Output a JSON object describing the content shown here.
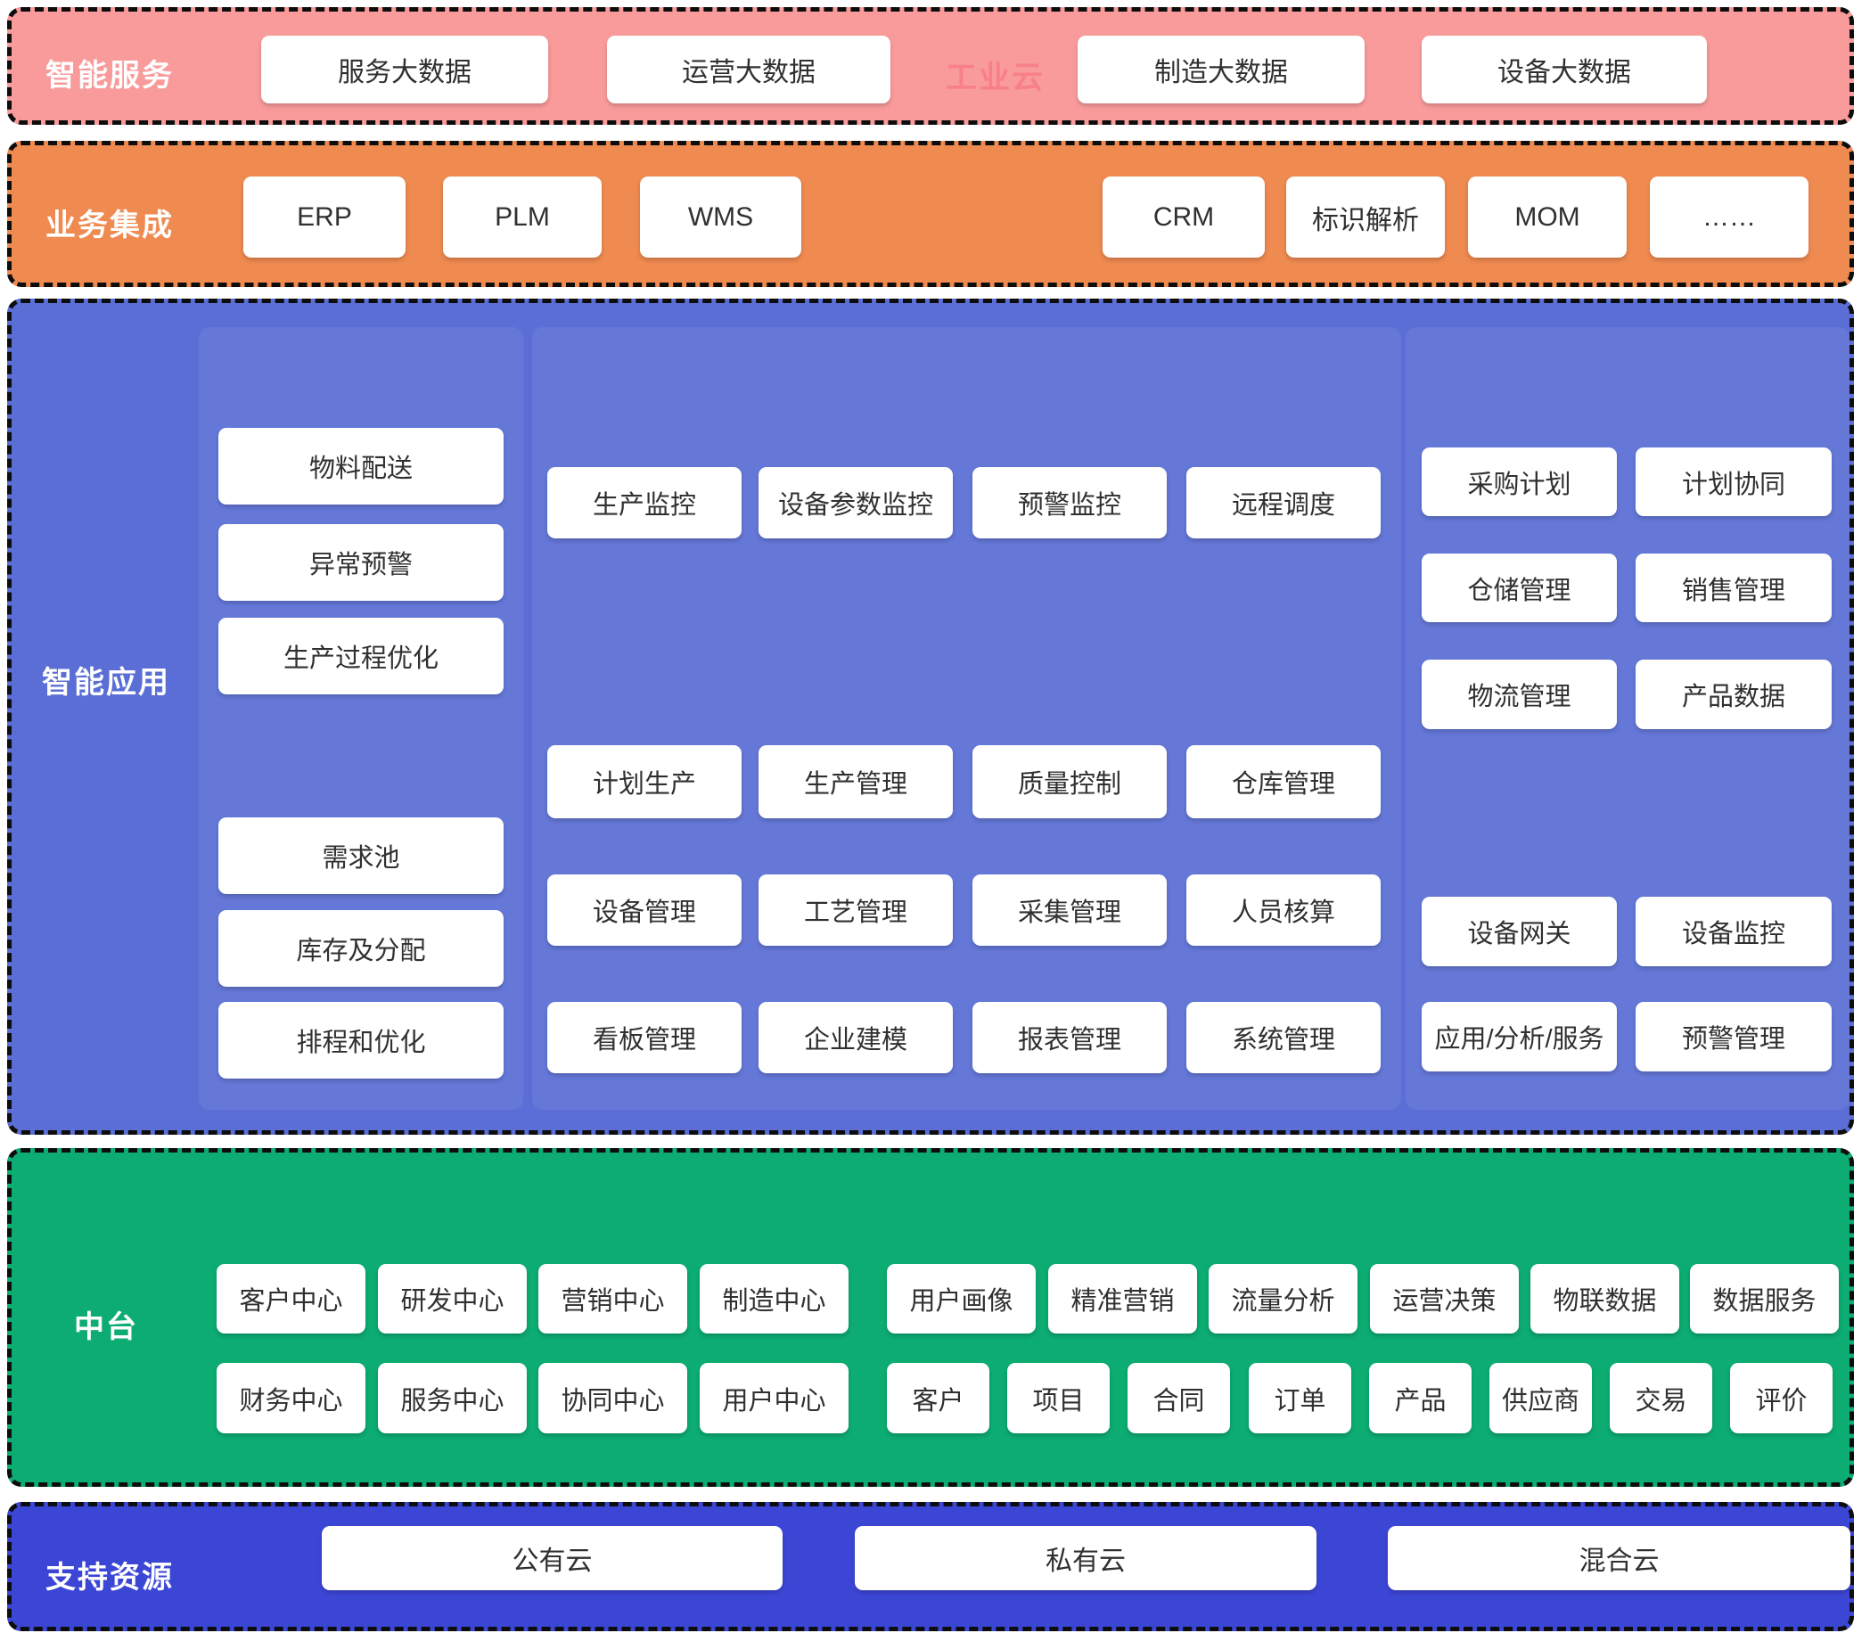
{
  "bands": {
    "services": {
      "label": "智能服务",
      "cloud_label": "工业云",
      "boxes": [
        "服务大数据",
        "运营大数据",
        "制造大数据",
        "设备大数据"
      ]
    },
    "integration": {
      "label": "业务集成",
      "boxes": [
        "ERP",
        "PLM",
        "WMS",
        "CRM",
        "标识解析",
        "MOM",
        "……"
      ]
    },
    "applications": {
      "label": "智能应用",
      "left_boxes": [
        "物料配送",
        "异常预警",
        "生产过程优化",
        "需求池",
        "库存及分配",
        "排程和优化"
      ],
      "mid_boxes": [
        "生产监控",
        "设备参数监控",
        "预警监控",
        "远程调度",
        "计划生产",
        "生产管理",
        "质量控制",
        "仓库管理",
        "设备管理",
        "工艺管理",
        "采集管理",
        "人员核算",
        "看板管理",
        "企业建模",
        "报表管理",
        "系统管理"
      ],
      "right_boxes": [
        "采购计划",
        "计划协同",
        "仓储管理",
        "销售管理",
        "物流管理",
        "产品数据",
        "设备网关",
        "设备监控",
        "应用/分析/服务",
        "预警管理"
      ]
    },
    "platform": {
      "label": "中台",
      "row1": [
        "客户中心",
        "研发中心",
        "营销中心",
        "制造中心",
        "用户画像",
        "精准营销",
        "流量分析",
        "运营决策",
        "物联数据",
        "数据服务"
      ],
      "row2": [
        "财务中心",
        "服务中心",
        "协同中心",
        "用户中心",
        "客户",
        "项目",
        "合同",
        "订单",
        "产品",
        "供应商",
        "交易",
        "评价"
      ]
    },
    "resources": {
      "label": "支持资源",
      "boxes": [
        "公有云",
        "私有云",
        "混合云"
      ]
    }
  },
  "colors": {
    "services_band": "#F99B9B",
    "integration_band": "#EF8A50",
    "applications_band": "#5A6ED5",
    "platform_band": "#0CAC72",
    "resources_band": "#3C46D5",
    "cloud_label_text": "#F8808A",
    "box_background": "#FFFFFF",
    "box_text": "#303030",
    "band_label_text": "#FFFFFF",
    "separator": "#0D0D0D"
  }
}
